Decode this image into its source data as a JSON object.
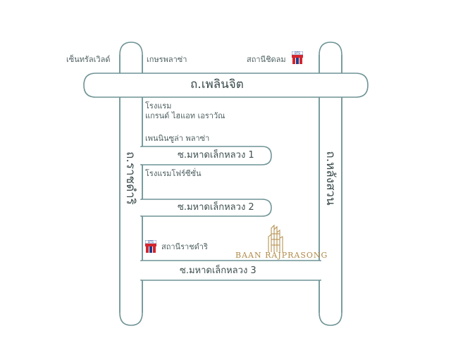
{
  "colors": {
    "road_stroke": "#6f9396",
    "road_fill": "#ffffff",
    "text": "#4f5f60",
    "brand": "#b08a46",
    "bts_red": "#d3262e",
    "bts_blue": "#1d3f8f"
  },
  "roads": {
    "ploenchit": "ถ.เพลินจิต",
    "ratchadamri": "ถ.ราชดำริ",
    "langsuan": "ถ.หลังสวน",
    "soi1": "ซ.มหาดเล็กหลวง 1",
    "soi2": "ซ.มหาดเล็กหลวง 2",
    "soi3": "ซ.มหาดเล็กหลวง 3"
  },
  "places": {
    "central_world": "เซ็นทรัลเวิลด์",
    "gaysorn": "เกษรพลาซ่า",
    "hotel_line1": "โรงแรม",
    "hotel_line2": "แกรนด์ ไฮแอท เอราวัณ",
    "peninsula": "เพนนินซูล่า พลาซ่า",
    "four_seasons": "โรงแรมโฟร์ซีซั่น"
  },
  "stations": {
    "chidlom": "สถานีชิดลม",
    "ratchadamri": "สถานีราชดำริ",
    "icon": "bts-logo-icon"
  },
  "brand": {
    "name": "BAAN RAJPRASONG",
    "icon": "building-logo-icon"
  }
}
